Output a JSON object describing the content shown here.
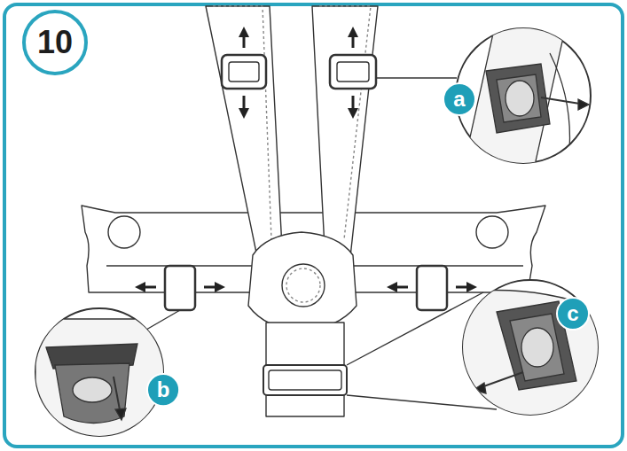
{
  "diagram": {
    "nodes": [
      {
        "text": [
          "10"
        ]
      },
      {
        "text": [
          "a"
        ]
      },
      {
        "text": [
          "b"
        ]
      },
      {
        "text": [
          "c"
        ]
      }
    ],
    "edges": []
  }
}
